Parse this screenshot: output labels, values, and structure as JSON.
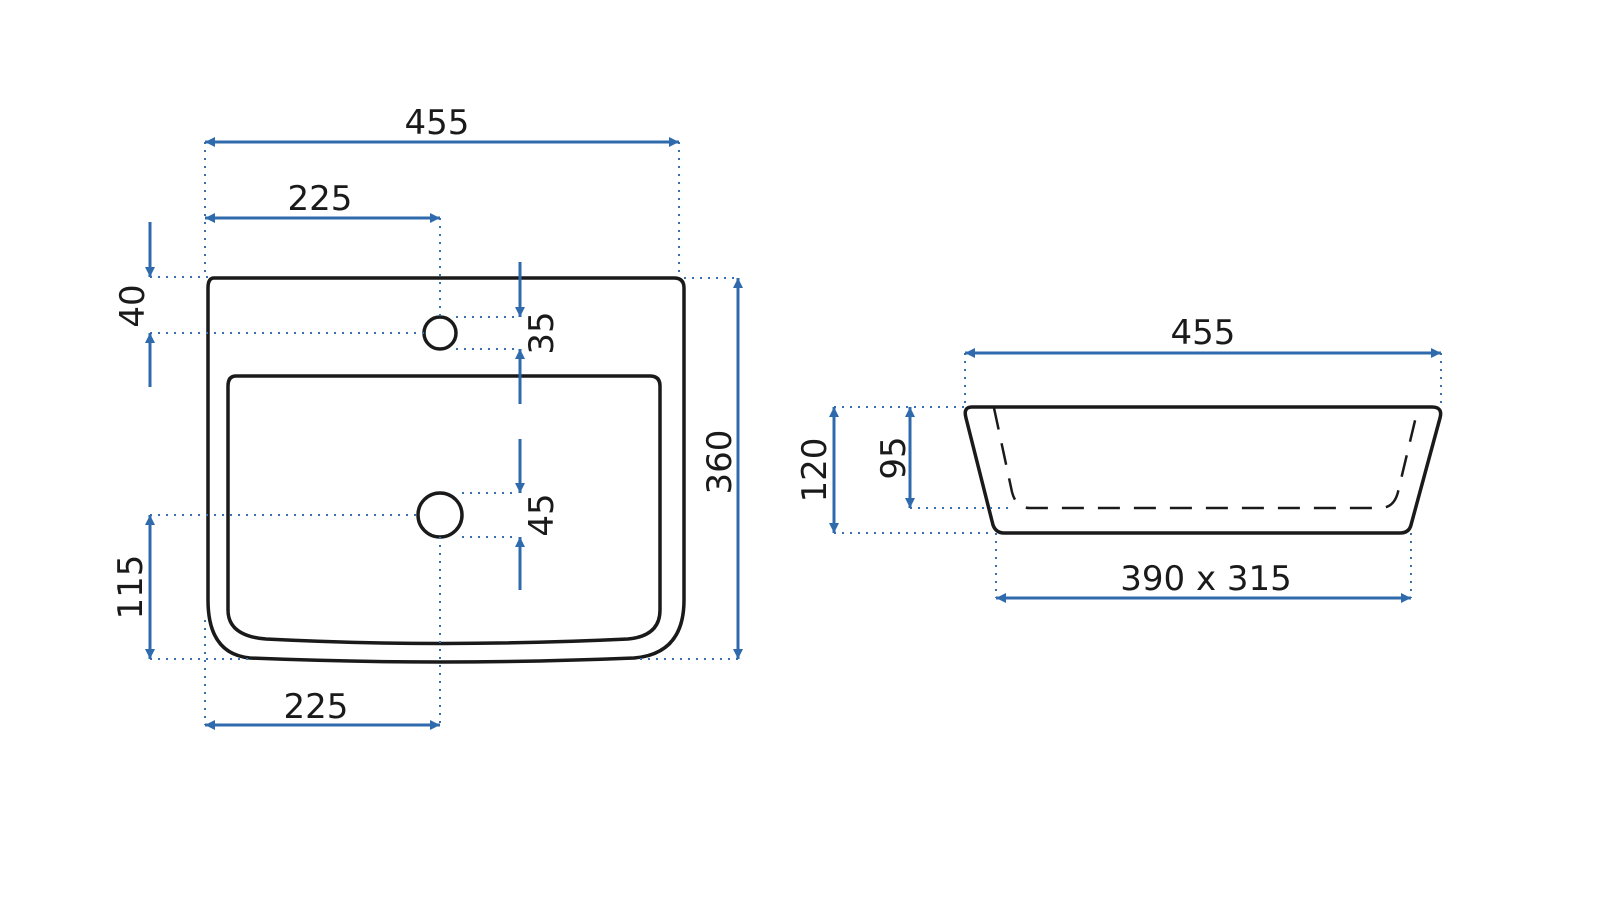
{
  "colors": {
    "dimension": "#2f6aad",
    "outline": "#1a1a1a",
    "background": "#ffffff"
  },
  "front_view": {
    "width_total": "455",
    "tap_offset_top": "225",
    "tap_offset_bottom": "225",
    "tap_from_top": "40",
    "tap_hole_dia": "35",
    "drain_dia": "45",
    "drain_from_bottom": "115",
    "depth_total": "360"
  },
  "side_view": {
    "top_width": "455",
    "total_height": "120",
    "bowl_depth": "95",
    "base_size": "390 x 315"
  }
}
